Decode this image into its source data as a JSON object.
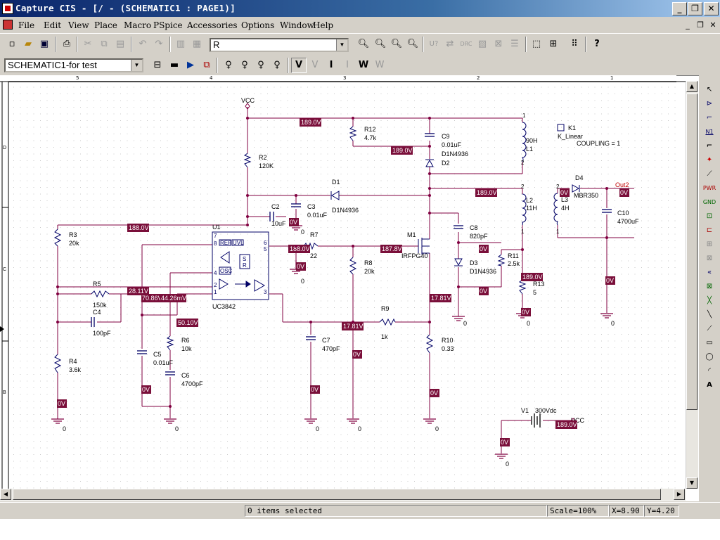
{
  "window": {
    "title": "Capture CIS - [/ - (SCHEMATIC1 : PAGE1)]",
    "min_label": "_",
    "max_label": "❐",
    "close_label": "✕"
  },
  "menu": {
    "items": [
      "File",
      "Edit",
      "View",
      "Place",
      "Macro",
      "PSpice",
      "Accessories",
      "Options",
      "Window",
      "Help"
    ],
    "mdi_min": "_",
    "mdi_restore": "❐",
    "mdi_close": "✕"
  },
  "toolbar": {
    "part_combo_value": "R",
    "schematic_combo_value": "SCHEMATIC1-for test"
  },
  "ruler": {
    "labels": [
      "5",
      "4",
      "3",
      "2",
      "1"
    ],
    "side_labels": [
      "D",
      "C",
      "B"
    ]
  },
  "schematic": {
    "components": {
      "vcc": "VCC",
      "r2": "R2",
      "r2_val": "120K",
      "r12": "R12",
      "r12_val": "4.7k",
      "c9": "C9",
      "c9_val": "0.01uF",
      "d2_part": "D1N4936",
      "d2": "D2",
      "l1_val": "90H",
      "l1": "L1",
      "k1": "K1",
      "k_linear": "K_Linear",
      "coupling": "COUPLING = 1",
      "d1": "D1",
      "d1_part": "D1N4936",
      "c2": "C2",
      "c2_val": "10uF",
      "c3": "C3",
      "c3_val": "0.01uF",
      "l2": "L2",
      "l2_val": "11H",
      "d4": "D4",
      "d4_part": "MBR350",
      "l3": "L3",
      "l3_val": "4H",
      "out2": "Out2",
      "c10": "C10",
      "c10_val": "4700uF",
      "r3": "R3",
      "r3_val": "20k",
      "u1": "U1",
      "u1_part": "UC3842",
      "r7": "R7",
      "r7_val": "22",
      "m1": "M1",
      "m1_part": "IRFPG40",
      "c8": "C8",
      "c8_val": "820pF",
      "r11": "R11",
      "r11_val": "2.5k",
      "r13": "R13",
      "r13_val": "5",
      "d3": "D3",
      "d3_part": "D1N4936",
      "r8": "R8",
      "r8_val": "20k",
      "r5": "R5",
      "r5_val": "150k",
      "c4": "C4",
      "c4_val": "100pF",
      "r9": "R9",
      "r9_val": "1k",
      "r6": "R6",
      "r6_val": "10k",
      "c5": "C5",
      "c5_val": "0.01uF",
      "c6": "C6",
      "c6_val": "4700pF",
      "c7": "C7",
      "c7_val": "470pF",
      "r10": "R10",
      "r10_val": "0.33",
      "r4": "R4",
      "r4_val": "3.6k",
      "v1": "V1",
      "v1_val": "300Vdc",
      "vcc2": "VCC",
      "u1_ref": "REF",
      "u1_uvl": "UVL",
      "u1_osc": "OSC",
      "u1_s": "S",
      "u1_r": "R",
      "pin1": "1",
      "pin2": "2",
      "pin3": "3",
      "pin4": "4",
      "pin5": "5",
      "pin6": "6",
      "pin7": "7",
      "pin8": "8",
      "ground0": "0"
    },
    "voltage_markers": {
      "v189a": "189.0V",
      "v189b": "189.0V",
      "v189c": "189.0V",
      "v189d": "189.0V",
      "v189e": "189.0V",
      "v188a": "188.0V",
      "v188b": "188.0V",
      "v187": "187.8V",
      "v2811": "28.11V",
      "v7086": "70.86V",
      "v4426": "44.26mV",
      "v5010": "50.10V",
      "v1781a": "17.81V",
      "v1781b": "17.81V",
      "v0": "0V"
    }
  },
  "status": {
    "selection": "0 items selected",
    "scale": "Scale=100%",
    "x": "X=8.90",
    "y": "Y=4.20"
  }
}
